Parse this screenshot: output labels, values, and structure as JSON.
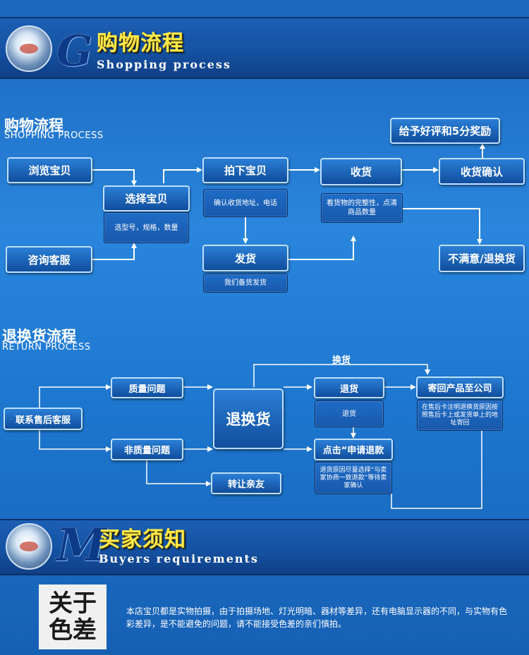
{
  "header": {
    "title": "购物流程",
    "letter": "G",
    "subtitle": "Shopping process"
  },
  "shopping": {
    "title": "购物流程",
    "subtitle": "SHOPPING PROCESS",
    "steps": {
      "browse": "浏览宝贝",
      "consult": "咨询客服",
      "select": "选择宝贝",
      "select_note": "选型号，规格，数量",
      "order": "拍下宝贝",
      "order_note": "确认收货地址，电话",
      "ship": "发货",
      "ship_note": "我们备货发货",
      "receive": "收货",
      "receive_note": "看货物的完整性，点清商品数量",
      "confirm": "收货确认",
      "review": "给予好评和5分奖励",
      "unsatisfied": "不满意/退换货"
    }
  },
  "returns": {
    "title": "退换货流程",
    "subtitle": "RETURN PROCESS",
    "steps": {
      "contact": "联系售后客服",
      "quality": "质量问题",
      "non_quality": "非质量问题",
      "return_exchange": "退换货",
      "transfer": "转让亲友",
      "exchange_label": "换货",
      "refund": "退货",
      "refund_note": "退货",
      "apply": "点击“申请退款",
      "apply_note": "退货原因尽量选择“与卖家协商一致退款”等待卖家确认",
      "send_back": "寄回产品至公司",
      "send_back_note": "在售后卡注明退换货原因按照售后卡上或发货单上的地址寄回"
    }
  },
  "buyers": {
    "title": "买家须知",
    "letter": "M",
    "subtitle": "Buyers requirements"
  },
  "about": {
    "line1": "关于",
    "line2": "色差",
    "text": "本店宝贝都是实物拍摄，由于拍摄场地、灯光明暗、器材等差异，还有电脑显示器的不同，与实物有色彩差异，是不能避免的问题，请不能接受色差的亲们慎拍。"
  }
}
